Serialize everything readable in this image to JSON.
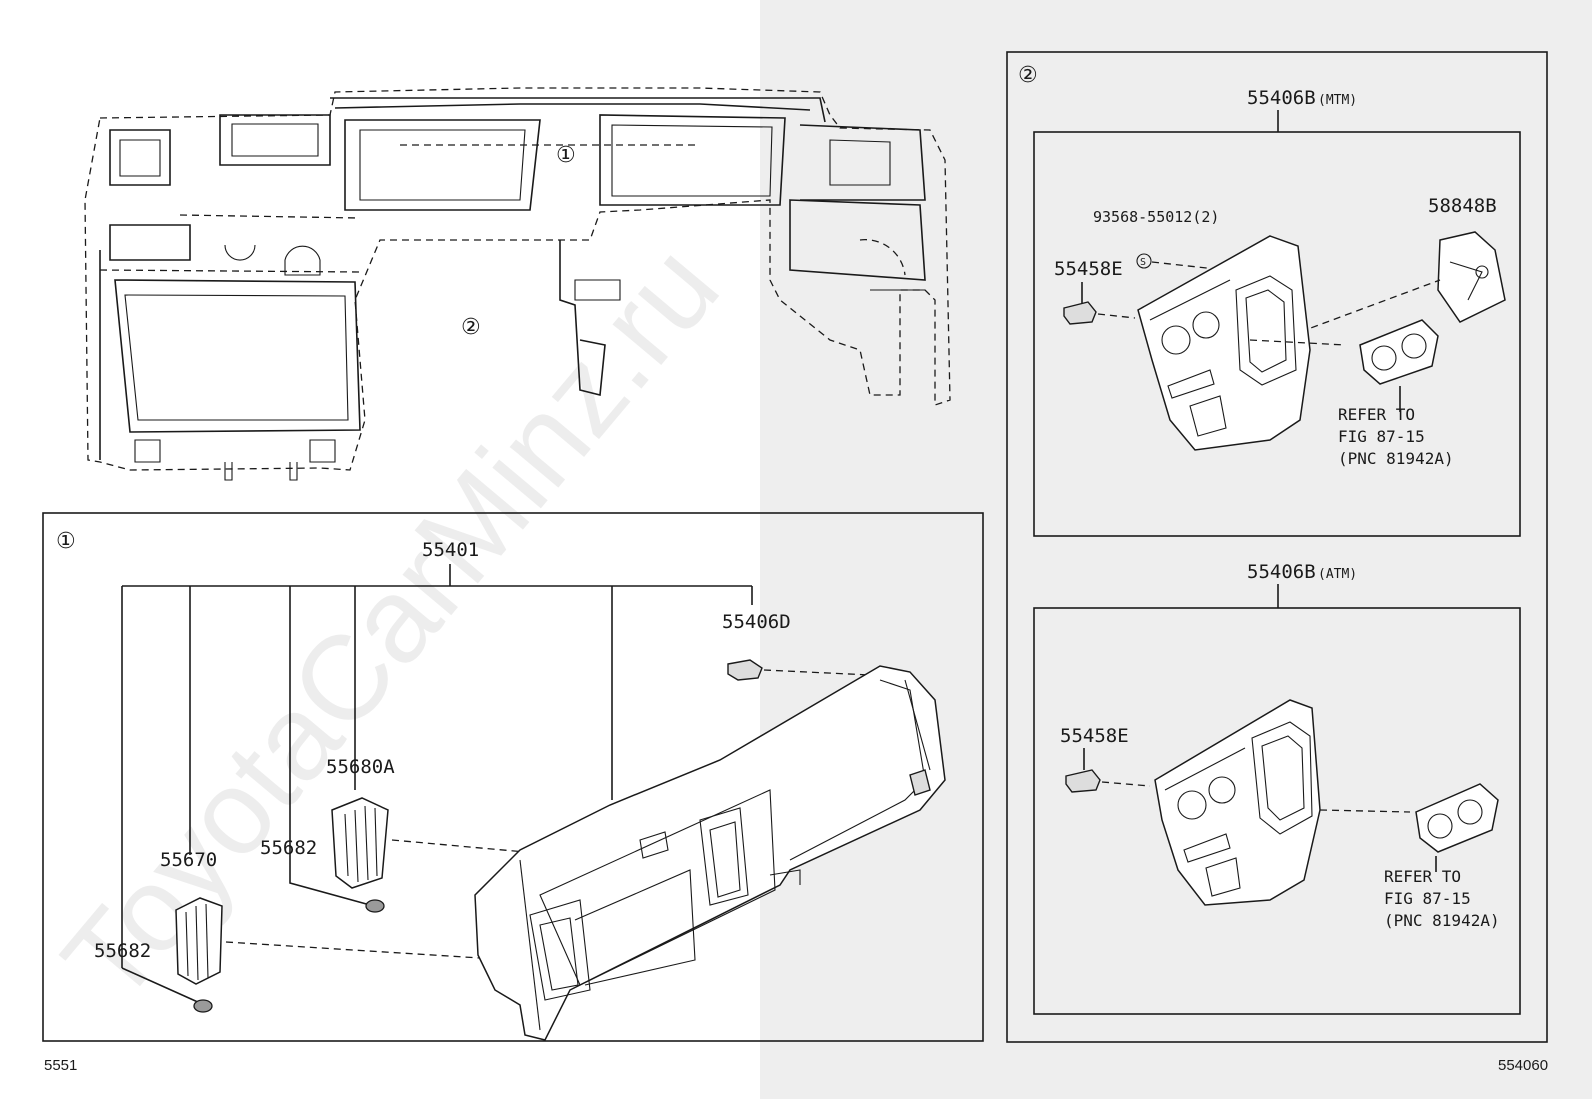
{
  "callouts": {
    "detail_1": "①",
    "detail_2": "②"
  },
  "detail_1": {
    "parent": "55401",
    "clip_left": "55682",
    "register_left": "55670",
    "clip_center": "55682",
    "register_center": "55680A",
    "cover_clip": "55406D"
  },
  "detail_2": {
    "mtm": {
      "part": "55406B",
      "qualifier": "(MTM)",
      "screw": "93568-55012(2)",
      "screw_symbol": "S",
      "clip": "55458E",
      "knob": "58848B",
      "note": [
        "REFER TO",
        "FIG 87-15",
        "(PNC 81942A)"
      ]
    },
    "atm": {
      "part": "55406B",
      "qualifier": "(ATM)",
      "clip": "55458E",
      "note": [
        "REFER TO",
        "FIG 87-15",
        "(PNC 81942A)"
      ]
    }
  },
  "footer": {
    "left_code": "5551",
    "right_code": "554060"
  },
  "watermark": "ToyotaCarMinz.ru"
}
